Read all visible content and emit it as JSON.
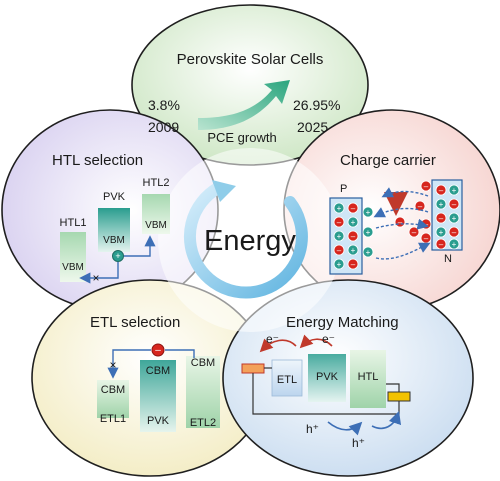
{
  "header": {
    "title": "Perovskite Solar Cells",
    "eff_start": "3.8%",
    "year_start": "2009",
    "eff_end": "26.95%",
    "year_end": "2025",
    "growth_label": "PCE growth"
  },
  "center": {
    "title": "Energy"
  },
  "htl": {
    "title": "HTL selection",
    "pvk": "PVK",
    "htl1": "HTL1",
    "htl2": "HTL2",
    "vbm": "VBM",
    "mark": "×"
  },
  "charge": {
    "title": "Charge carrier",
    "p": "P",
    "n": "N"
  },
  "etl": {
    "title": "ETL selection",
    "cbm": "CBM",
    "etl1": "ETL1",
    "pvk": "PVK",
    "etl2": "ETL2",
    "mark": "×"
  },
  "match": {
    "title": "Energy Matching",
    "etl": "ETL",
    "pvk": "PVK",
    "htl": "HTL",
    "electron": "e⁻",
    "hole": "h⁺"
  },
  "colors": {
    "top": "#d9ecd2",
    "left": "#ddd6f0",
    "right": "#f7dcd9",
    "bottom_left": "#f5efcc",
    "bottom_right": "#d3e3f3",
    "teal": "#2a9d8f",
    "electron_red": "#d7261e",
    "arrow_blue": "#3d6fb6"
  }
}
